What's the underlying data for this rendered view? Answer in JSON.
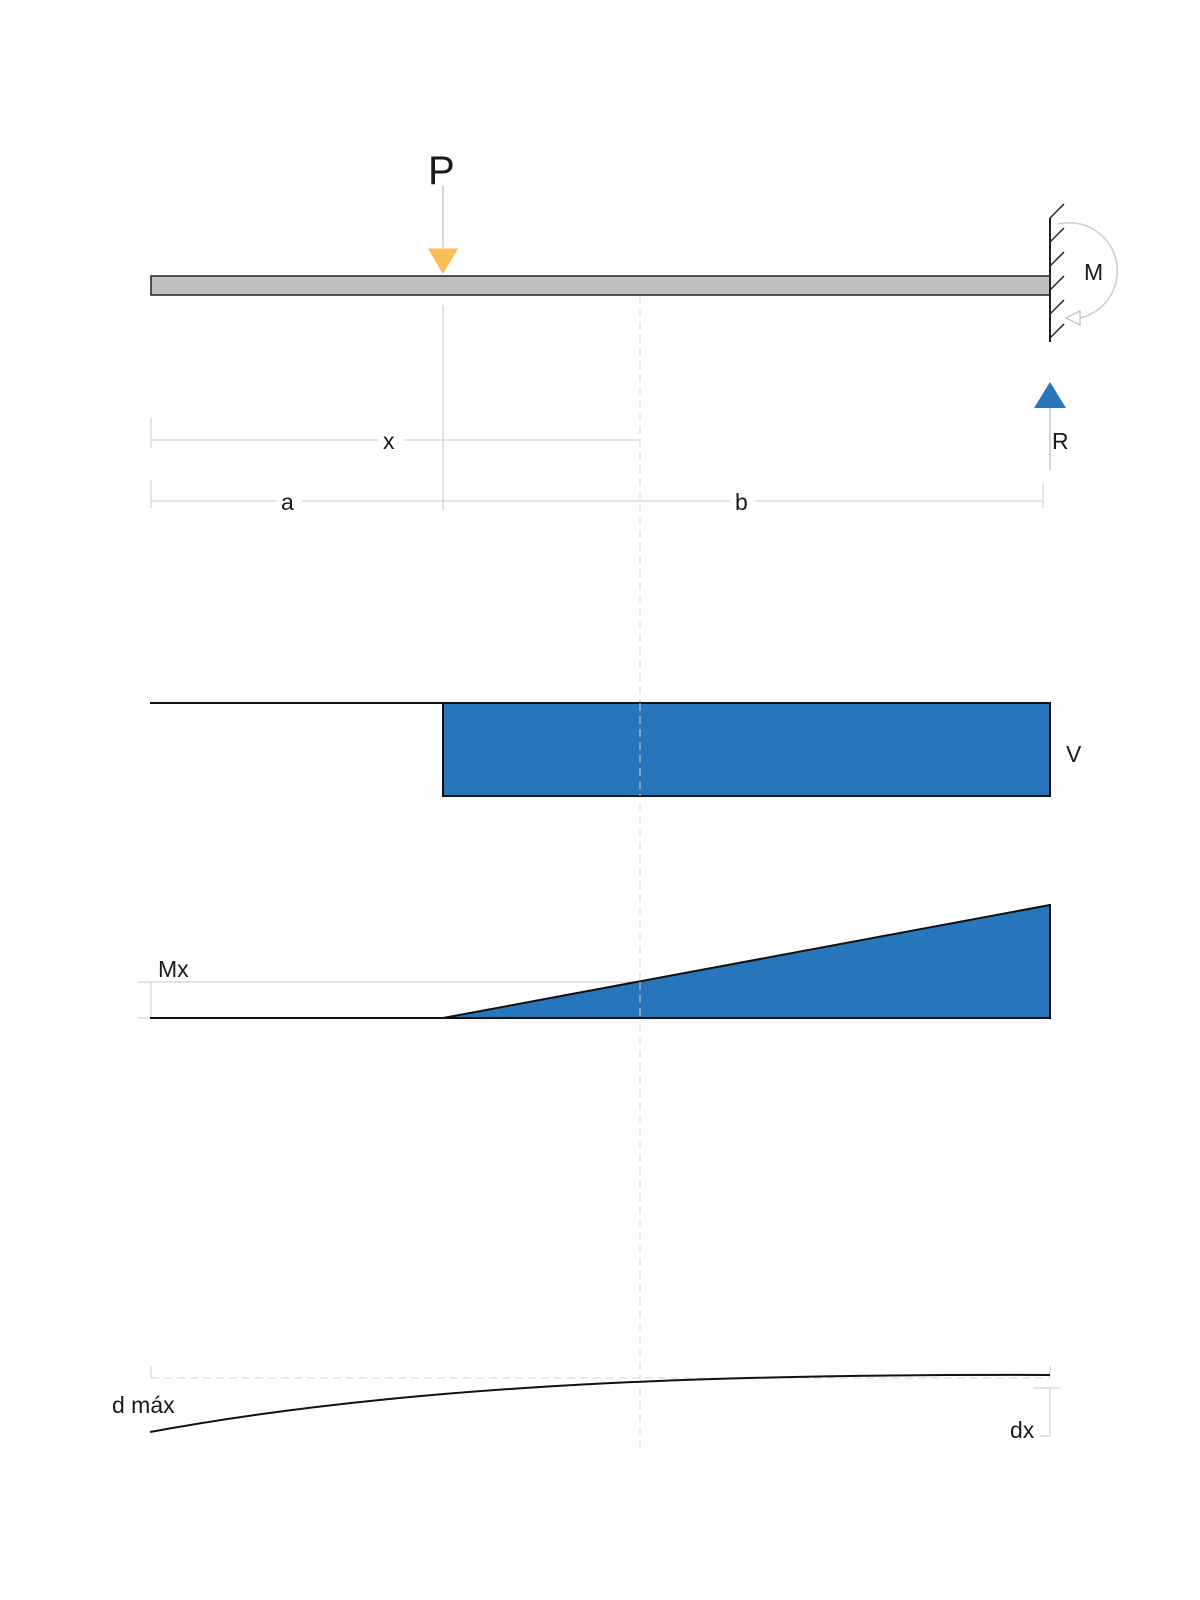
{
  "labels": {
    "load": "P",
    "moment": "M",
    "reaction": "R",
    "x": "x",
    "a": "a",
    "b": "b",
    "shear": "V",
    "moment_at_x": "Mx",
    "deflection_max": "d máx",
    "deflection_at_x": "dx"
  },
  "colors": {
    "beam_fill": "#c0c0c0",
    "load_arrow": "#fbbd55",
    "reaction_arrow": "#2a75bb",
    "diagram_fill": "#2775ba",
    "dimension_line": "#c8c8c8",
    "outline": "#111111"
  }
}
